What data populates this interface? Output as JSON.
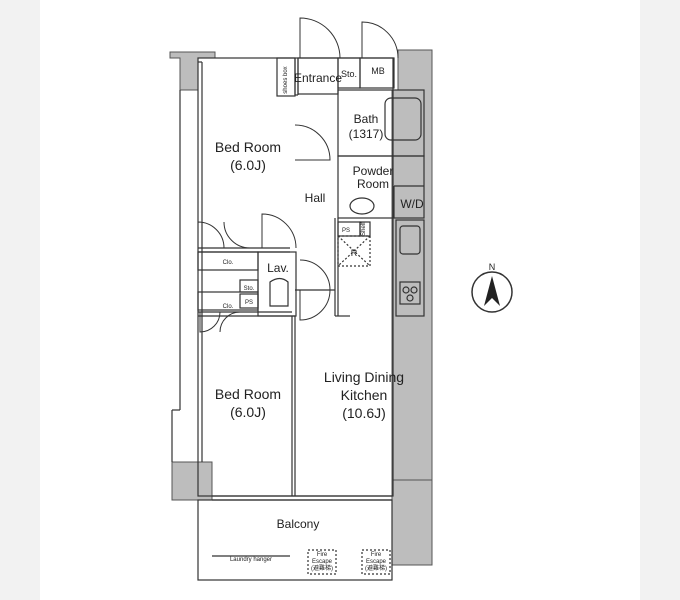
{
  "rooms": {
    "bedroom_1": {
      "name": "Bed Room",
      "size": "(6.0J)"
    },
    "bedroom_2": {
      "name": "Bed Room",
      "size": "(6.0J)"
    },
    "entrance": "Entrance",
    "shoes_box": "shoes box",
    "storage_entrance": "Sto.",
    "mb": "MB",
    "bath": {
      "name": "Bath",
      "size": "(1317)"
    },
    "hall": "Hall",
    "powder_room": {
      "line1": "Powder",
      "line2": "Room"
    },
    "wd": "W/D",
    "closet_1": "Clo.",
    "closet_2": "Clo.",
    "lavatory": "Lav.",
    "storage_lav": "Sto.",
    "ps_1": "PS",
    "ps_2": "PS",
    "shelf": "Shelf",
    "refrigerator": "R",
    "ldk": {
      "line1": "Living Dining",
      "line2": "Kitchen",
      "size": "(10.6J)"
    },
    "balcony": "Balcony",
    "laundry_hanger": "Laundry hanger",
    "fire_escape_1": {
      "line1": "Fire",
      "line2": "Escape",
      "line3": "(避難梯)"
    },
    "fire_escape_2": {
      "line1": "Fire",
      "line2": "Escape",
      "line3": "(避難梯)"
    }
  },
  "compass": {
    "label": "N"
  },
  "colors": {
    "wall_fill": "#bdbdbd",
    "line": "#333333",
    "background": "#ffffff",
    "page_background": "#f2f2f2"
  }
}
